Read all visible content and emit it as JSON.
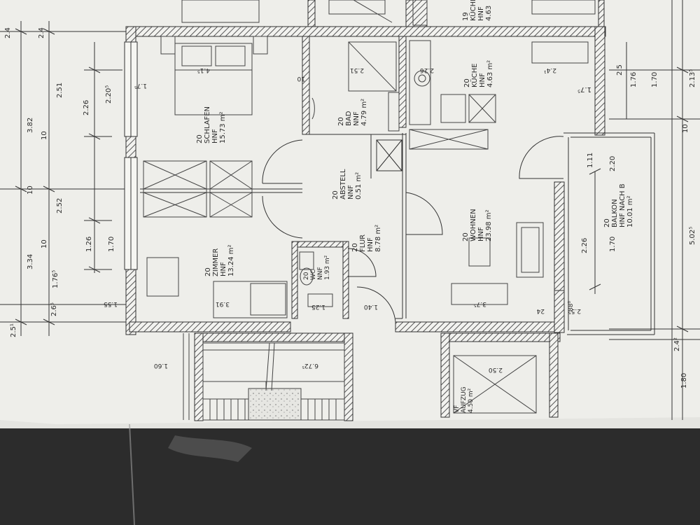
{
  "rooms": {
    "schlafen": {
      "num": "20",
      "name": "SCHLAFEN",
      "cat": "HNF",
      "area": "15.73 m²"
    },
    "bad": {
      "num": "20",
      "name": "BAD",
      "cat": "NNF",
      "area": "4.79 m²"
    },
    "kueche": {
      "num": "20",
      "name": "KÜCHE",
      "cat": "HNF",
      "area": "4.63 m²"
    },
    "kueche_top": {
      "num": "19",
      "name": "KÜCHE",
      "cat": "HNF",
      "area": "4.63"
    },
    "abstell": {
      "num": "20",
      "name": "ABSTELL",
      "cat": "NNF",
      "area": "0.51 m²"
    },
    "flur": {
      "num": "20",
      "name": "FLUR",
      "cat": "HNF",
      "area": "8.78 m²"
    },
    "wohnen": {
      "num": "20",
      "name": "WOHNEN",
      "cat": "HNF",
      "area": "23.98 m²"
    },
    "balkon": {
      "num": "20",
      "name": "BALKON",
      "cat": "HNF NACH B",
      "area": "10.01 m²"
    },
    "zimmer": {
      "num": "20",
      "name": "ZIMMER",
      "cat": "HNF",
      "area": "13.24 m²"
    },
    "wc": {
      "num": "20",
      "name": "WC",
      "cat": "NNF",
      "area": "1.93 m²"
    },
    "aufzug": {
      "num": "VF",
      "name": "AUFZUG",
      "area": "4.50 m²"
    }
  },
  "dims": {
    "left_col1": [
      "2.4",
      "3.82",
      "3.34",
      "2.5¹"
    ],
    "left_col2": [
      "2.4",
      "2.51",
      "2.52",
      "1.76⁵",
      "2.6⁵"
    ],
    "left_col3": [
      "2.26",
      "2.20⁵",
      "1.26",
      "1.70"
    ],
    "left_small": [
      "10",
      "10",
      "10",
      "2.4",
      "2.4"
    ],
    "right": [
      "1.76",
      "1.70",
      "2.13⁵",
      "10",
      "5.02⁵",
      "2.4²",
      "1.80",
      "2.5",
      "1.7⁵"
    ],
    "balcony": [
      "1.11",
      "2.20",
      "2.26",
      "1.70"
    ],
    "inner": [
      "4.1⁵",
      "2.51",
      "2.26",
      "2.4¹",
      "3.7⁵",
      "3.91",
      "1.25",
      "1.40",
      "6.72⁵",
      "1.60",
      "2.50",
      "1.7⁵",
      "10",
      "24",
      "2.5⁵",
      "88⁰",
      "1.55"
    ]
  }
}
